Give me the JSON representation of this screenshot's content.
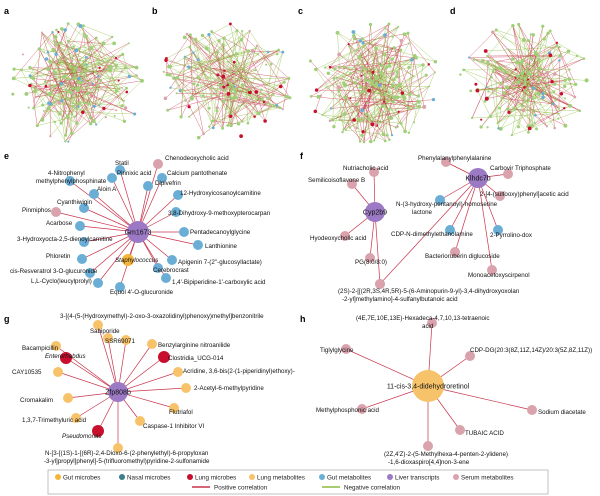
{
  "colors": {
    "gut_microbes": "#f3b63a",
    "nasal_microbes": "#3d7f8f",
    "lung_microbes": "#c8102e",
    "lung_metabolites": "#f7c36a",
    "gut_metabolites": "#6aaed6",
    "liver_transcripts": "#9b79c4",
    "serum_metabolites": "#d9a2ad",
    "positive_correlation": "#c9334c",
    "negative_correlation": "#8cbc3f",
    "network_node": "#9fd078"
  },
  "panels": {
    "a": {
      "label": "a"
    },
    "b": {
      "label": "b"
    },
    "c": {
      "label": "c"
    },
    "d": {
      "label": "d"
    },
    "e": {
      "label": "e",
      "hub": {
        "text": "Gm1673",
        "type": "liver_transcripts"
      },
      "nodes": [
        {
          "text": "4-Nitrophenyl",
          "type": "gut_metabolites"
        },
        {
          "text": "methylphenylphosphinate",
          "type": "gut_metabolites"
        },
        {
          "text": "Statil",
          "type": "gut_metabolites"
        },
        {
          "text": "Chenodeoxycholic acid",
          "type": "serum_metabolites"
        },
        {
          "text": "Pirinixic acid",
          "type": "gut_metabolites"
        },
        {
          "text": "Pinmiphos",
          "type": "serum_metabolites"
        },
        {
          "text": "Aloin A",
          "type": "gut_metabolites"
        },
        {
          "text": "Cyanthiwigin",
          "type": "gut_metabolites"
        },
        {
          "text": "Acarbose",
          "type": "gut_metabolites"
        },
        {
          "text": "3-Hydroxyoctа-2,5-dienoylcarnitine",
          "type": "gut_metabolites"
        },
        {
          "text": "Phloretin",
          "type": "gut_metabolites"
        },
        {
          "text": "cis-Resveratrol 3-O-glucuronide",
          "type": "gut_metabolites"
        },
        {
          "text": "L,L-Cyclo(leucylprolyl)",
          "type": "gut_metabolites"
        },
        {
          "text": "Equol 4'-O-glucuronide",
          "type": "gut_metabolites"
        },
        {
          "text": "Staphylococcus",
          "type": "gut_microbes"
        },
        {
          "text": "Cerebrocrast",
          "type": "gut_metabolites"
        },
        {
          "text": "1,4'-Bipiperidine-1'-carboxylic acid",
          "type": "gut_metabolites"
        },
        {
          "text": "Apigenin 7-(2''-glucosyllactate)",
          "type": "gut_metabolites"
        },
        {
          "text": "Lanthionine",
          "type": "gut_metabolites"
        },
        {
          "text": "Pentadecanoylglycine",
          "type": "gut_metabolites"
        },
        {
          "text": "3,8-Dihydroxy-9-methoxypterocarpan",
          "type": "gut_metabolites"
        },
        {
          "text": "12-Hydroxyicosanoylcarnitine",
          "type": "gut_metabolites"
        },
        {
          "text": "Calcium pantothenate",
          "type": "gut_metabolites"
        },
        {
          "text": "Dipivefrin",
          "type": "gut_metabolites"
        }
      ]
    },
    "f": {
      "label": "f",
      "hubs": [
        {
          "text": "Cyp2b9",
          "type": "liver_transcripts"
        },
        {
          "text": "Klhdc7b",
          "type": "liver_transcripts"
        }
      ],
      "nodes": [
        {
          "text": "Nutriacholic acid",
          "type": "serum_metabolites"
        },
        {
          "text": "Semilicoisoflavone B",
          "type": "serum_metabolites"
        },
        {
          "text": "Hyodeoxycholic acid",
          "type": "serum_metabolites"
        },
        {
          "text": "PG(8:0/8:0)",
          "type": "serum_metabolites"
        },
        {
          "text": "Phenylalanylphenylalanine",
          "type": "serum_metabolites"
        },
        {
          "text": "Carbovir Triphosphate",
          "type": "serum_metabolites"
        },
        {
          "text": "N-(3-hydroxy-pentanoyl)-homoserine",
          "type": "gut_metabolites"
        },
        {
          "text": "lactone",
          "type": "gut_metabolites"
        },
        {
          "text": "2-[4-(sulfooxy)phenyl]acetic acid",
          "type": "serum_metabolites"
        },
        {
          "text": "CDP-N-dimethylethanolamine",
          "type": "gut_metabolites"
        },
        {
          "text": "2-Pyrrolino-dox",
          "type": "gut_metabolites"
        },
        {
          "text": "Bacterioruberin diglucoside",
          "type": "serum_metabolites"
        },
        {
          "text": "Monoacetoxyscirpenol",
          "type": "serum_metabolites"
        },
        {
          "text": "(2S)-2-[[(2R,3S,4R,5R)-5-(6-Aminopurin-9-yl)-3,4-dihydroxyoxolan",
          "type": "serum_metabolites"
        },
        {
          "text": "-2-yl]methylamino]-4-sulfanylbutanoic acid",
          "type": "serum_metabolites"
        }
      ]
    },
    "g": {
      "label": "g",
      "hub": {
        "text": "Zfp808b",
        "type": "liver_transcripts"
      },
      "nodes": [
        {
          "text": "3-[(4-(5-(Hydroxymethyl)-2-oxo-3-oxazolidinyl)phenoxy)methyl]benzonitrile",
          "type": "lung_metabolites"
        },
        {
          "text": "Sabiporide",
          "type": "lung_metabolites"
        },
        {
          "text": "SSR69071",
          "type": "lung_metabolites"
        },
        {
          "text": "Bacampicillin",
          "type": "lung_metabolites"
        },
        {
          "text": "Enterorhabdus",
          "type": "lung_microbes"
        },
        {
          "text": "Benzylarginine nitroanilide",
          "type": "lung_metabolites"
        },
        {
          "text": "Clostridia_UCG-014",
          "type": "lung_microbes"
        },
        {
          "text": "CAY10535",
          "type": "lung_metabolites"
        },
        {
          "text": "Acridine, 3,6-bis(2-(1-piperidinyl)ethoxy)-",
          "type": "lung_metabolites"
        },
        {
          "text": "2-Acetyl-6-methylpyridine",
          "type": "lung_metabolites"
        },
        {
          "text": "Cromakalim",
          "type": "lung_metabolites"
        },
        {
          "text": "Flutriafol",
          "type": "lung_metabolites"
        },
        {
          "text": "1,3,7-Trimethyluric acid",
          "type": "lung_metabolites"
        },
        {
          "text": "Caspase-1 Inhibitor VI",
          "type": "lung_metabolites"
        },
        {
          "text": "Pseudomonas",
          "type": "lung_microbes"
        },
        {
          "text": "N-[3-[(1S)-1-[(6R)-2,4-Dioxo-6-(2-phenylethyl)-6-propyloxan",
          "type": "lung_metabolites"
        },
        {
          "text": "-3-yl]propyl]phenyl]-5-(trifluoromethyl)pyridine-2-sulfonamide",
          "type": "lung_metabolites"
        }
      ]
    },
    "h": {
      "label": "h",
      "hub": {
        "text": "11-cis-3,4-didehydroretinol",
        "type": "lung_metabolites"
      },
      "nodes": [
        {
          "text": "(4E,7E,10E,13E)-Hexadeca-4,7,10,13-tetraenoic",
          "type": "serum_metabolites"
        },
        {
          "text": "acid",
          "type": "serum_metabolites"
        },
        {
          "text": "Tiglylglycine",
          "type": "serum_metabolites"
        },
        {
          "text": "CDP-DG(20:3(8Z,11Z,14Z)/20:3(5Z,8Z,11Z))",
          "type": "serum_metabolites"
        },
        {
          "text": "Methylphosphonic acid",
          "type": "serum_metabolites"
        },
        {
          "text": "Sodium diacetate",
          "type": "serum_metabolites"
        },
        {
          "text": "TUBAIC ACID",
          "type": "serum_metabolites"
        },
        {
          "text": "(2Z,4'Z)-2-(5-Methylhexa-4-penten-2-ylidene)",
          "type": "serum_metabolites"
        },
        {
          "text": "-1,6-dioxaspiro[4,4]non-3-ene",
          "type": "serum_metabolites"
        }
      ]
    }
  },
  "legend": {
    "items": [
      {
        "label": "Gut microbes",
        "type": "gut_microbes"
      },
      {
        "label": "Nasal microbes",
        "type": "nasal_microbes"
      },
      {
        "label": "Lung microbes",
        "type": "lung_microbes"
      },
      {
        "label": "Lung metabolites",
        "type": "lung_metabolites"
      },
      {
        "label": "Gut metabolites",
        "type": "gut_metabolites"
      },
      {
        "label": "Liver transcripts",
        "type": "liver_transcripts"
      },
      {
        "label": "Serum metabolites",
        "type": "serum_metabolites"
      }
    ],
    "lines": [
      {
        "label": "Positive correlation",
        "type": "positive_correlation"
      },
      {
        "label": "Negative correlation",
        "type": "negative_correlation"
      }
    ]
  }
}
